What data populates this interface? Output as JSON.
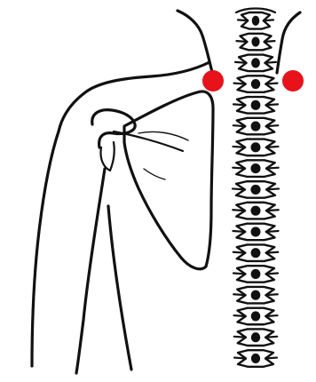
{
  "figure": {
    "subject": "shoulder-and-spine-line-drawing",
    "colors": {
      "ink": "#111111",
      "background": "#ffffff",
      "marker": "#e8121a"
    },
    "markers": [
      {
        "id": "left-trigger-point",
        "side": "left"
      },
      {
        "id": "right-trigger-point",
        "side": "right"
      }
    ],
    "vertebra_count": 17
  }
}
